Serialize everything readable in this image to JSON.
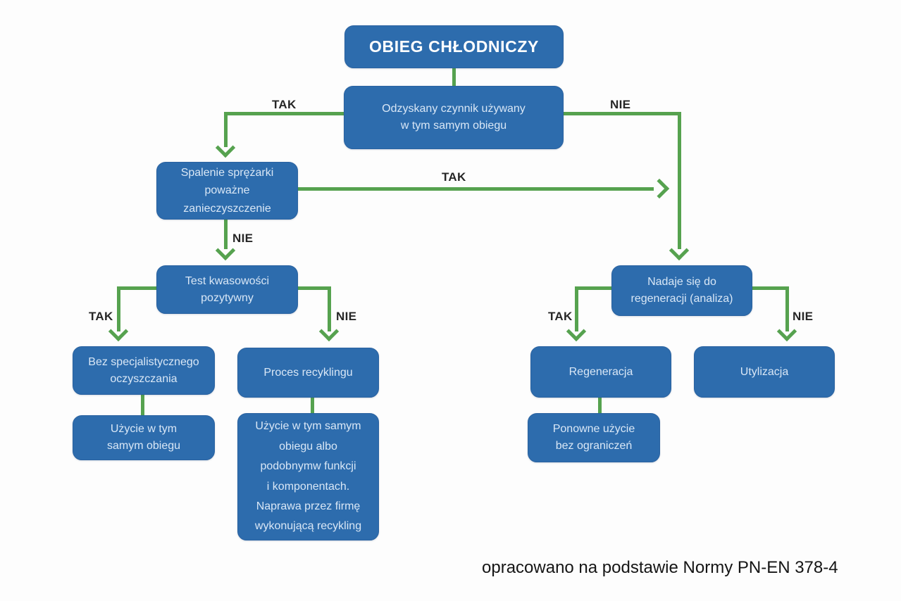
{
  "diagram": {
    "title": "OBIEG CHŁODNICZY",
    "footer": "opracowano na podstawie Normy PN-EN 378-4",
    "colors": {
      "node_fill": "#2d6cad",
      "node_border": "#2a62a0",
      "node_text": "#d9e7f6",
      "edge_green": "#56a24f",
      "label_text": "#262626"
    },
    "nodes": {
      "root": "OBIEG CHŁODNICZY",
      "odzyskany": "Odzyskany czynnik używany\nw tym samym obiegu",
      "spalenie": "Spalenie sprężarki\npoważne\nzanieczyszczenie",
      "test": "Test kwasowości\npozytywny",
      "bez_spec": "Bez specjalistycznego\noczyszczania",
      "uzycie_lewy": "Użycie w tym\nsamym obiegu",
      "proces": "Proces recyklingu",
      "uzycie_prawy": "Użycie w tym samym\nobiegu albo\npodobnymw funkcji\ni komponentach.\nNaprawa przez firmę\nwykonującą recykling",
      "nadaje": "Nadaje się do\nregeneracji (analiza)",
      "regeneracja": "Regeneracja",
      "utylizacja": "Utylizacja",
      "ponowne": "Ponowne użycie\nbez ograniczeń"
    },
    "edge_labels": {
      "odzyskany_tak": "TAK",
      "odzyskany_nie": "NIE",
      "spalenie_tak": "TAK",
      "spalenie_nie": "NIE",
      "test_tak": "TAK",
      "test_nie": "NIE",
      "nadaje_tak": "TAK",
      "nadaje_nie": "NIE"
    }
  }
}
